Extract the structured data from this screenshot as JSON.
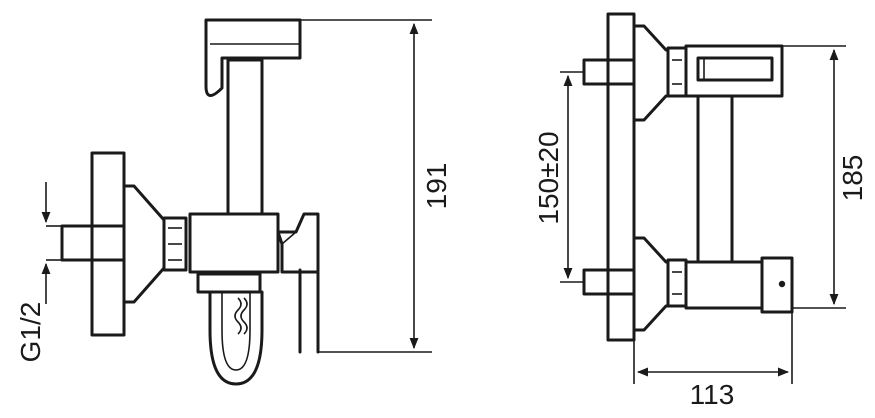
{
  "labels": {
    "thread": "G1/2",
    "height_left": "191",
    "spacing": "150±20",
    "height_right": "185",
    "width": "113"
  },
  "colors": {
    "line": "#1a1a1a",
    "background": "#ffffff"
  }
}
